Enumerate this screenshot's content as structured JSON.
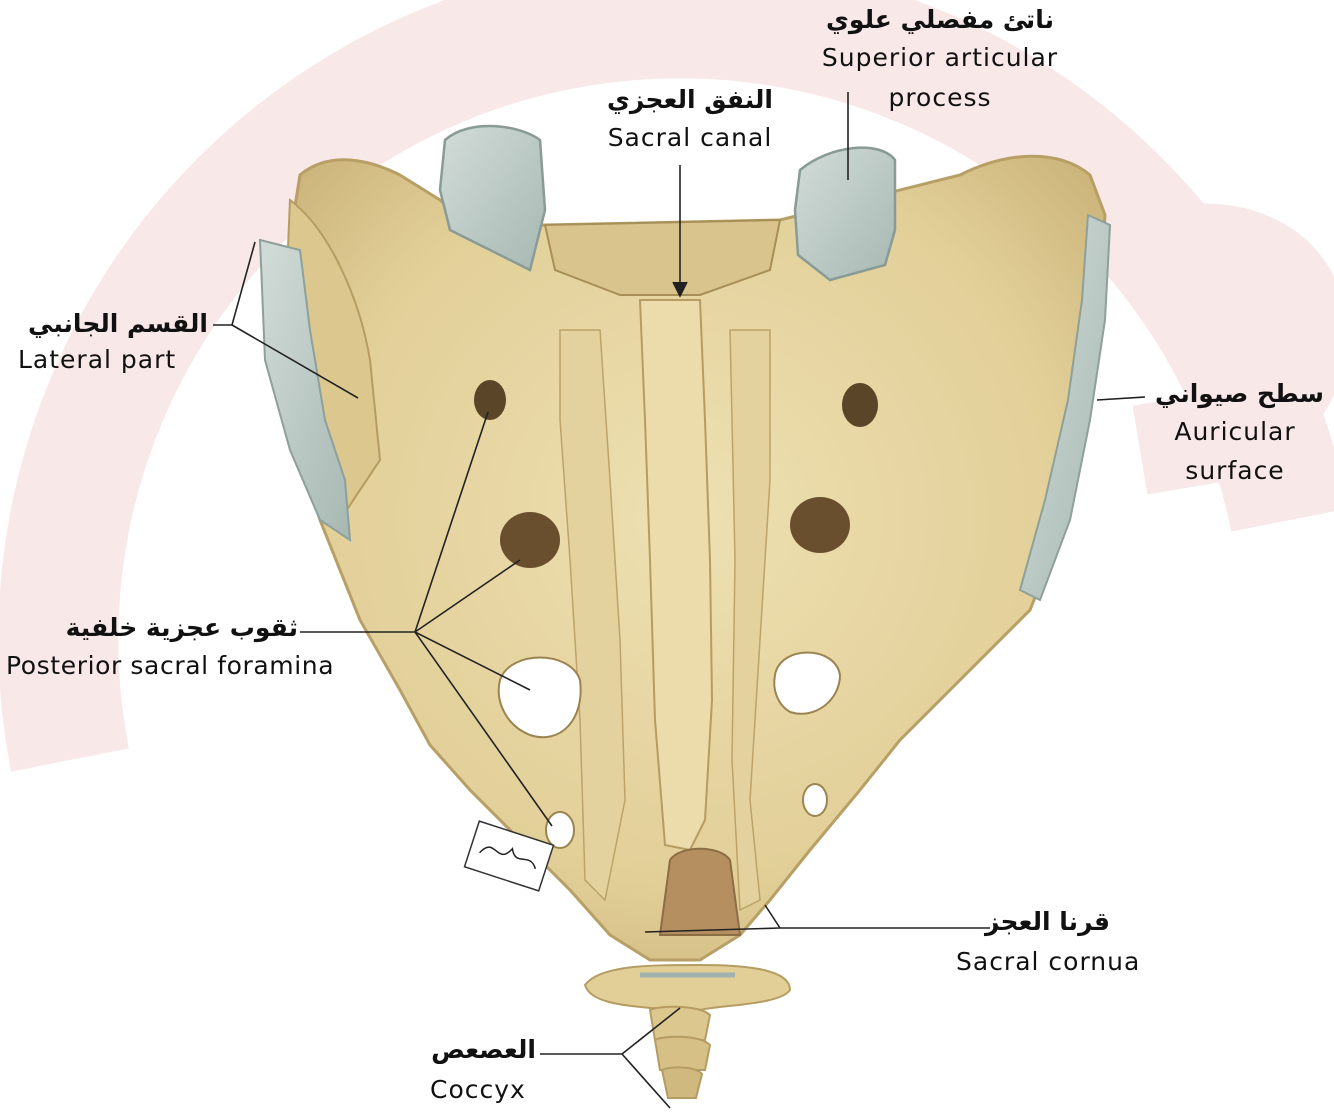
{
  "labels": {
    "superior_articular_process": {
      "ar": "ناتئ مفصلي علوي",
      "en_line1": "Superior articular",
      "en_line2": "process"
    },
    "sacral_canal": {
      "ar": "النفق العجزي",
      "en": "Sacral canal"
    },
    "lateral_part": {
      "ar": "القسم الجانبي",
      "en": "Lateral part"
    },
    "auricular_surface": {
      "ar": "سطح صيواني",
      "en_line1": "Auricular",
      "en_line2": "surface"
    },
    "posterior_sacral_foramina": {
      "ar": "ثقوب عجزية خلفية",
      "en": "Posterior sacral foramina"
    },
    "sacral_cornua": {
      "ar": "قرنا العجز",
      "en": "Sacral cornua"
    },
    "coccyx": {
      "ar": "العصعص",
      "en": "Coccyx"
    }
  },
  "colors": {
    "bone": "#e7d6a4",
    "bone_shadow": "#c9b47c",
    "bone_dark": "#a58f58",
    "cartilage": "#b9c8c4",
    "watermark": "#f6e4e4",
    "leader": "#222222",
    "text": "#111111"
  }
}
